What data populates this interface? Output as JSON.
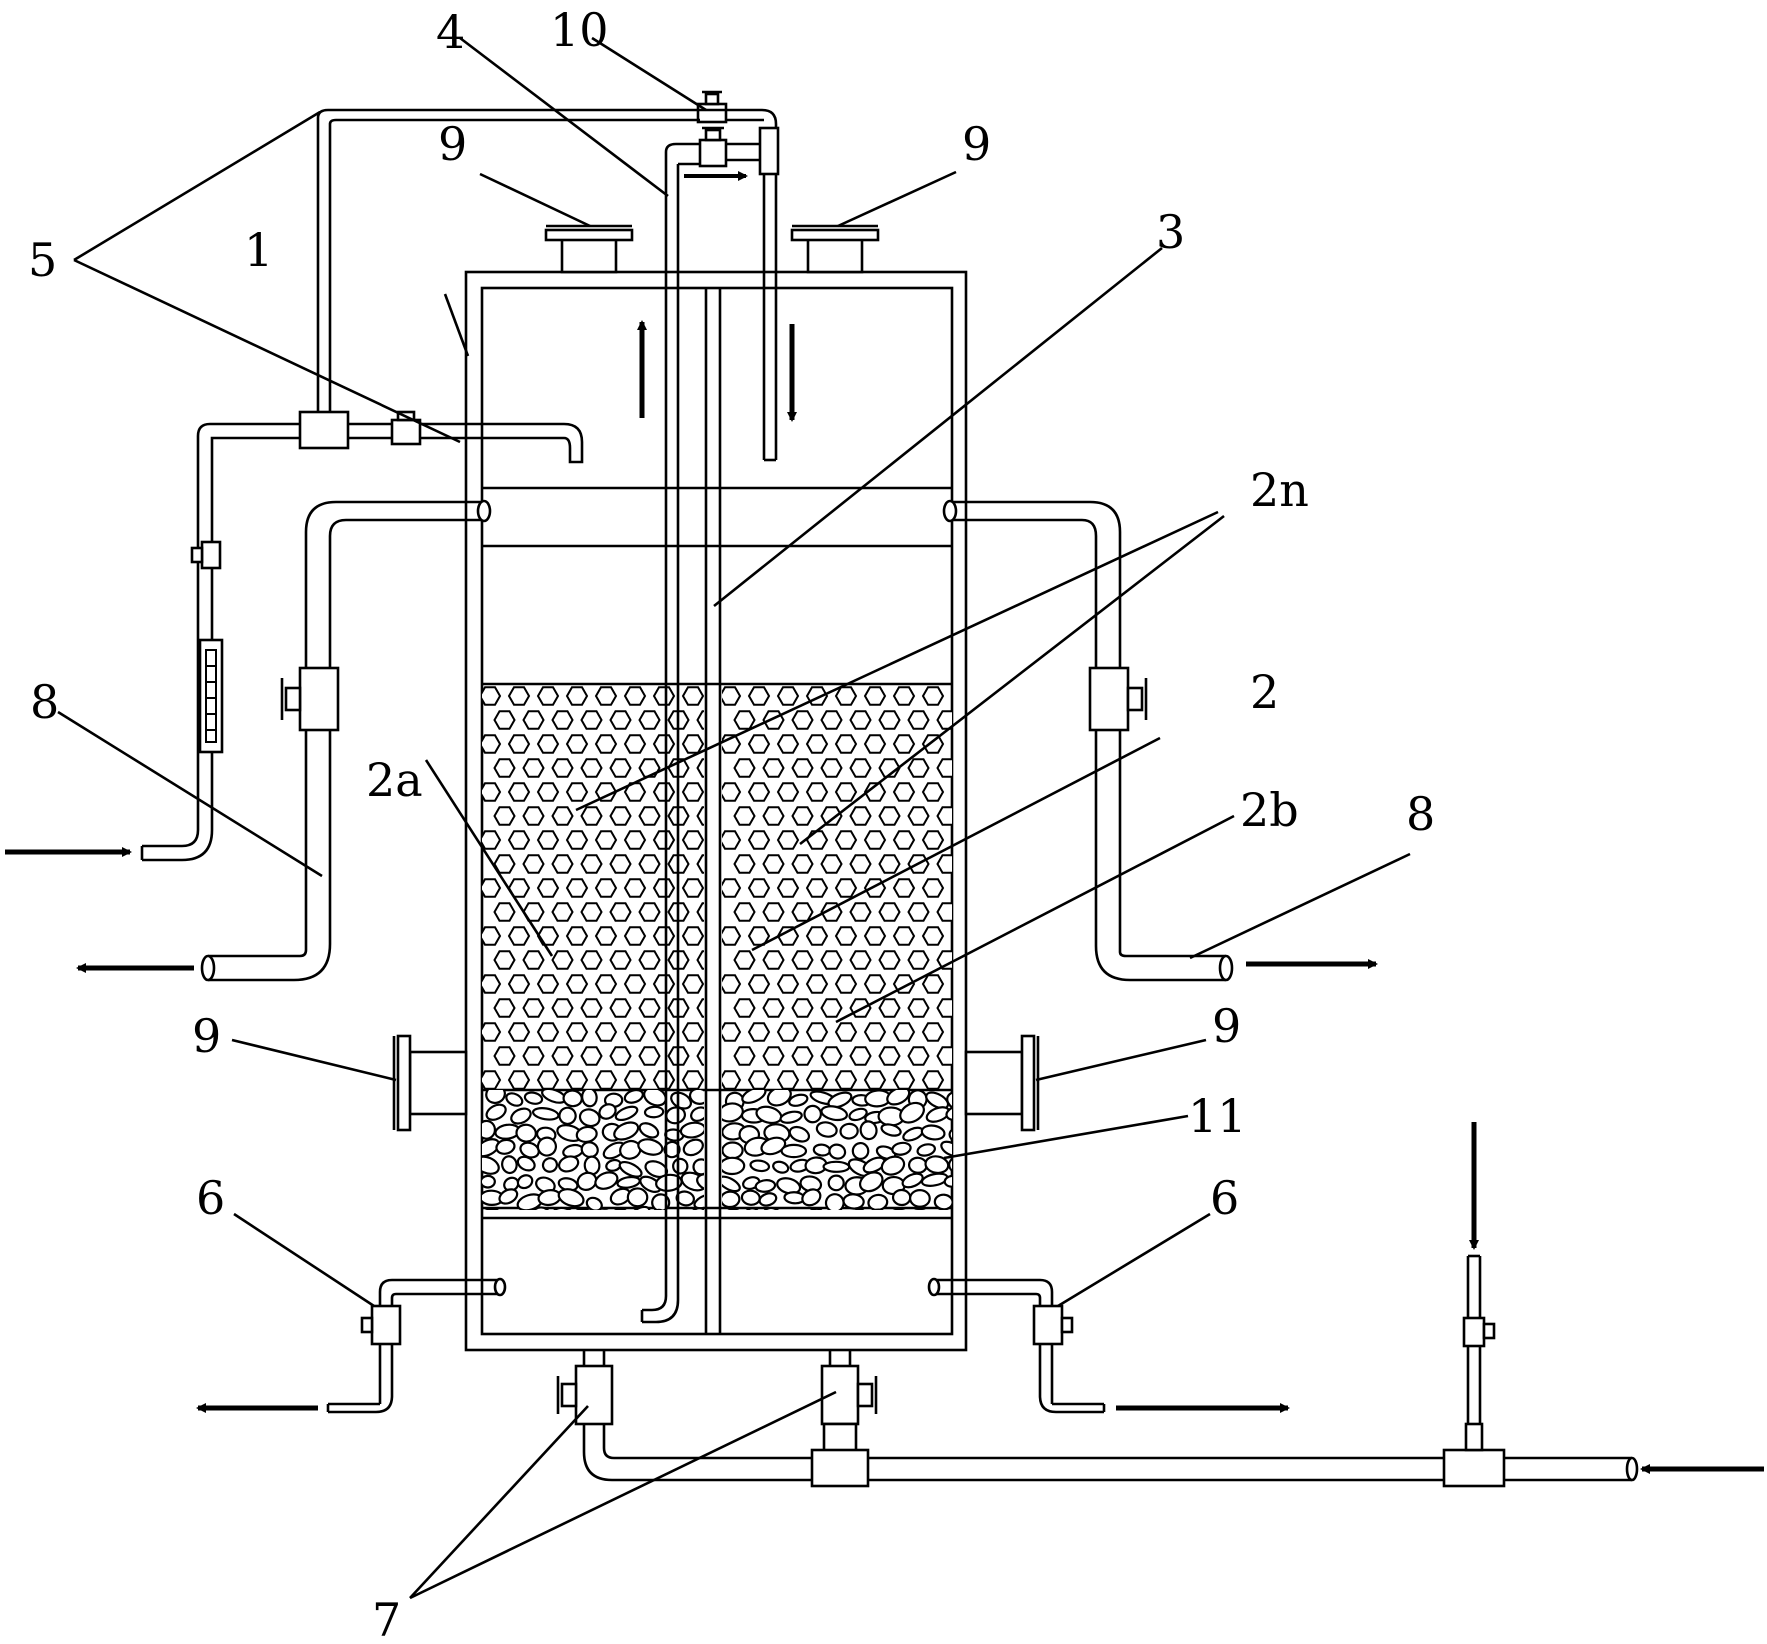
{
  "labels": {
    "l1": "1",
    "l2": "2",
    "l2a": "2a",
    "l2b": "2b",
    "l2n": "2n",
    "l3": "3",
    "l4": "4",
    "l5": "5",
    "l6_left": "6",
    "l6_right": "6",
    "l7": "7",
    "l8_left": "8",
    "l8_right": "8",
    "l9_top_left": "9",
    "l9_top_right": "9",
    "l9_mid_left": "9",
    "l9_mid_right": "9",
    "l10": "10",
    "l11": "11"
  },
  "colors": {
    "stroke": "#000000",
    "background": "#ffffff"
  }
}
